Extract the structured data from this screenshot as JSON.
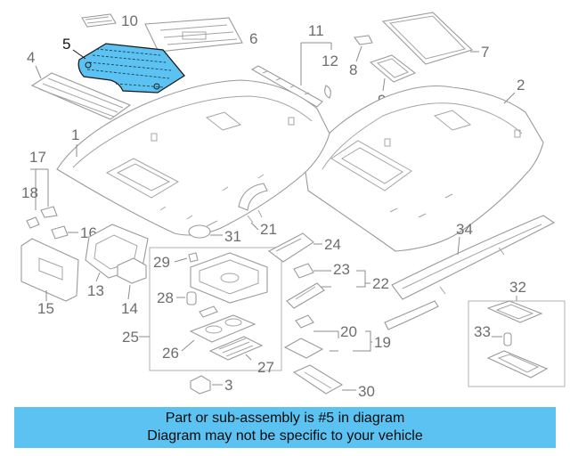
{
  "callouts": {
    "c1": "1",
    "c2": "2",
    "c3": "3",
    "c4": "4",
    "c5": "5",
    "c6": "6",
    "c7": "7",
    "c8": "8",
    "c9": "9",
    "c10": "10",
    "c11": "11",
    "c12": "12",
    "c13": "13",
    "c14": "14",
    "c15": "15",
    "c16": "16",
    "c17": "17",
    "c18": "18",
    "c19": "19",
    "c20": "20",
    "c21": "21",
    "c22": "22",
    "c23": "23",
    "c24": "24",
    "c25": "25",
    "c26": "26",
    "c27": "27",
    "c28": "28",
    "c29": "29",
    "c30": "30",
    "c31": "31",
    "c32": "32",
    "c33": "33",
    "c34": "34"
  },
  "highlighted_part": "5",
  "colors": {
    "highlight_fill": "#5bc2f2",
    "banner_bg": "#5bc2f2",
    "line_art": "#9a9a9a"
  },
  "banner": {
    "line1": "Part or sub-assembly is #5 in diagram",
    "line2": "Diagram may not be specific to your vehicle"
  }
}
